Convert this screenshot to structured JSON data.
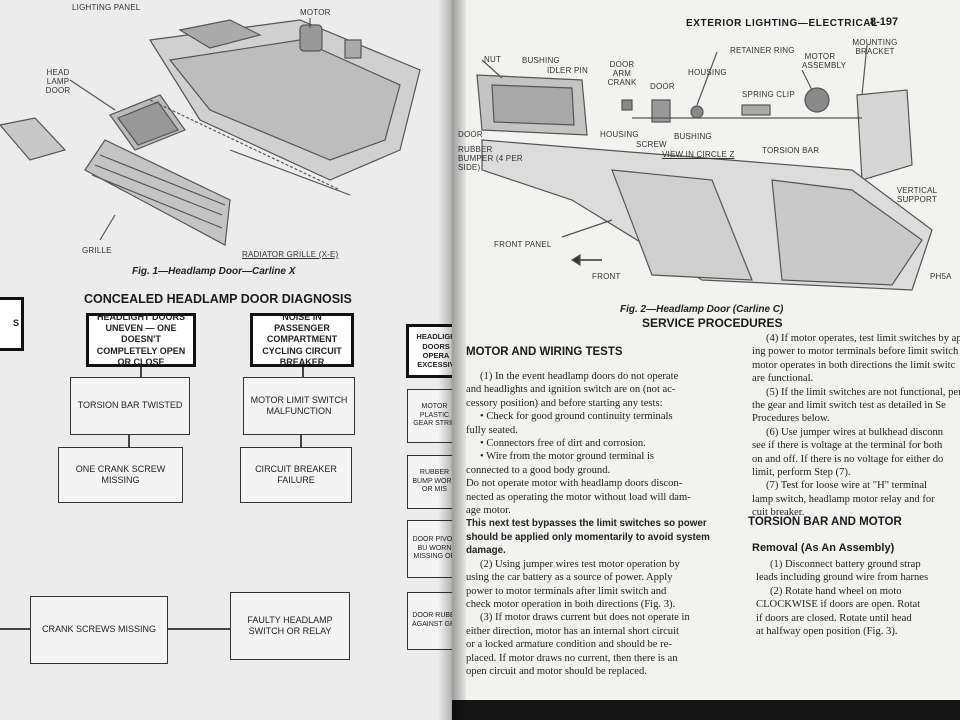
{
  "left_page": {
    "fig1": {
      "labels": {
        "panel": "LIGHTING PANEL",
        "motor": "MOTOR",
        "head_lamp_door": "HEAD LAMP DOOR",
        "grille": "GRILLE",
        "radiator_grille": "RADIATOR GRILLE (X-E)"
      },
      "caption": "Fig. 1—Headlamp Door—Carline X"
    },
    "diagnosis": {
      "title": "CONCEALED HEADLAMP DOOR DIAGNOSIS",
      "partial_head_left": "S",
      "headers": [
        "HEADLIGHT DOORS UNEVEN — ONE DOESN'T COMPLETELY OPEN OR CLOSE",
        "NOISE IN PASSENGER COMPARTMENT CYCLING CIRCUIT BREAKER",
        "HEADLIGH DOORS OPERA EXCESSIV"
      ],
      "col1": [
        "TORSION BAR TWISTED",
        "ONE CRANK SCREW MISSING"
      ],
      "col2": [
        "MOTOR LIMIT SWITCH MALFUNCTION",
        "CIRCUIT BREAKER FAILURE"
      ],
      "col3": [
        "MOTOR PLASTIC GEAR STRIP",
        "RUBBER BUMP WORN OR MIS",
        "DOOR PIVOT BU WORN MISSING OR",
        "DOOR RUBBI AGAINST GRI"
      ],
      "bottom": [
        "CRANK SCREWS MISSING",
        "FAULTY HEADLAMP SWITCH OR RELAY"
      ]
    }
  },
  "right_page": {
    "header": "EXTERIOR LIGHTING—ELECTRICAL",
    "page_number": "8-197",
    "fig2": {
      "labels": {
        "nut": "NUT",
        "bushing_top": "BUSHING",
        "idler_pin": "IDLER PIN",
        "door_arm_crank": "DOOR ARM CRANK",
        "door": "DOOR",
        "housing_top": "HOUSING",
        "retainer_ring": "RETAINER RING",
        "motor_assembly": "MOTOR ASSEMBLY",
        "mounting_bracket": "MOUNTING BRACKET",
        "door_left": "DOOR",
        "housing_mid": "HOUSING",
        "screw": "SCREW",
        "bushing_mid": "BUSHING",
        "spring_clip": "SPRING CLIP",
        "view_in_circle": "VIEW IN CIRCLE Z",
        "torsion_bar": "TORSION BAR",
        "rubber_bumper": "RUBBER BUMPER (4 PER SIDE)",
        "front_panel": "FRONT PANEL",
        "front": "FRONT",
        "vertical_support": "VERTICAL SUPPORT",
        "code": "PH5A"
      },
      "caption": "Fig. 2—Headlamp Door (Carline C)"
    },
    "service_title": "SERVICE PROCEDURES",
    "motor_section": {
      "title": "MOTOR AND WIRING TESTS",
      "lines": [
        "(1) In the event headlamp doors do not operate",
        "and headlights and ignition switch are on (not ac-",
        "cessory position) and before starting any tests:",
        "• Check for good ground continuity terminals",
        "fully seated.",
        "• Connectors free of dirt and corrosion.",
        "• Wire from the motor ground terminal is",
        "connected to a good body ground.",
        "Do not operate motor with headlamp doors discon-",
        "nected as operating the motor without load will dam-",
        "age motor.",
        "This next test bypasses the limit switches so power",
        "should be applied only momentarily to avoid system",
        "damage.",
        "(2) Using jumper wires test motor operation by",
        "using the car battery as a source of power. Apply",
        "power to motor terminals after limit switch and",
        "check motor operation in both directions (Fig. 3).",
        "(3) If motor draws current but does not operate in",
        "either direction, motor has an internal short circuit",
        "or a locked armature condition and should be re-",
        "placed. If motor draws no current, then there is an",
        "open circuit and motor should be replaced."
      ]
    },
    "right_column": {
      "lines": [
        "(4) If motor operates, test limit switches by app",
        "ing power to motor terminals before limit switch",
        "motor operates in both directions the limit switc",
        "are functional.",
        "(5) If the limit switches are not functional, per",
        "the gear and limit switch test as detailed in Se",
        "Procedures below.",
        "(6) Use jumper wires at bulkhead disconn",
        "see if there is voltage at the terminal for both",
        "on and off. If there is no voltage for either do",
        "limit, perform Step (7).",
        "(7) Test for loose wire at \"H\" terminal",
        "lamp switch, headlamp motor relay and for",
        "cuit breaker."
      ],
      "torsion_title": "TORSION BAR AND MOTOR",
      "removal_title": "Removal (As An Assembly)",
      "removal_lines": [
        "(1) Disconnect battery ground strap",
        "leads including ground wire from harnes",
        "(2) Rotate hand wheel on moto",
        "CLOCKWISE if doors are open. Rotat",
        "if doors are closed. Rotate until head",
        "at halfway open position (Fig. 3)."
      ]
    }
  }
}
